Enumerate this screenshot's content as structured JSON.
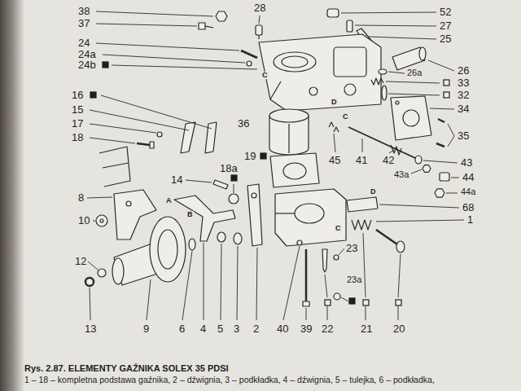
{
  "diagram": {
    "caption": "Rys. 2.87. ELEMENTY GAŹNIKA SOLEX 35 PDSI",
    "labels": [
      "38",
      "37",
      "28",
      "52",
      "27",
      "25",
      "24",
      "24a",
      "24b",
      "26",
      "26a",
      "33",
      "32",
      "34",
      "35",
      "16",
      "15",
      "17",
      "18",
      "36",
      "19",
      "45",
      "41",
      "42",
      "43",
      "43a",
      "44",
      "44a",
      "18a",
      "14",
      "8",
      "10",
      "68",
      "1",
      "12",
      "13",
      "9",
      "6",
      "4",
      "5",
      "3",
      "2",
      "40",
      "39",
      "22",
      "21",
      "20",
      "23",
      "23a",
      "D",
      "C",
      "C",
      "D",
      "A",
      "B",
      "C",
      "1 – 18 – kompletna podstawa gaźnika, 2 – dźwignia, 3 – podkładka, 4 – dźwignia, 5 – tulejka, 6 – podkładka,"
    ]
  }
}
